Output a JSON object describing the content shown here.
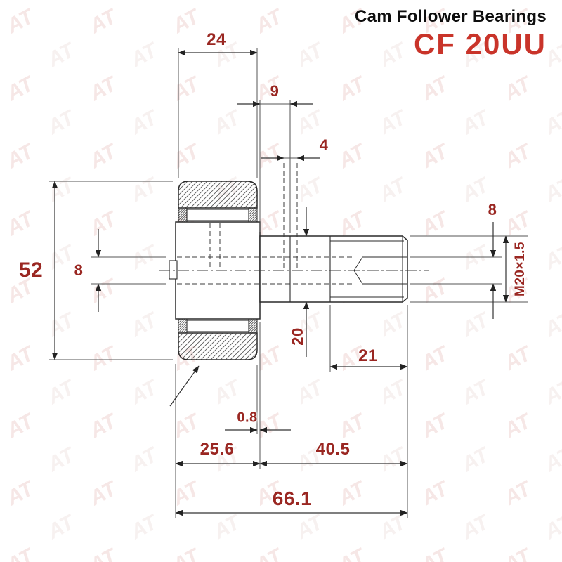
{
  "header": {
    "title": "Cam Follower Bearings",
    "part_number": "CF 20UU"
  },
  "watermark": {
    "text": "AT"
  },
  "dimensions": {
    "roller_width": "24",
    "collar_width": "9",
    "lube_hole_diameter": "4",
    "outer_diameter": "52",
    "bore_hole_diameter": "8",
    "hex_socket_size": "8",
    "thread_spec": "M20×1.5",
    "stud_diameter": "20",
    "thread_length": "21",
    "end_clearance": "0.8",
    "head_length": "25.6",
    "stud_length": "40.5",
    "total_length": "66.1"
  }
}
